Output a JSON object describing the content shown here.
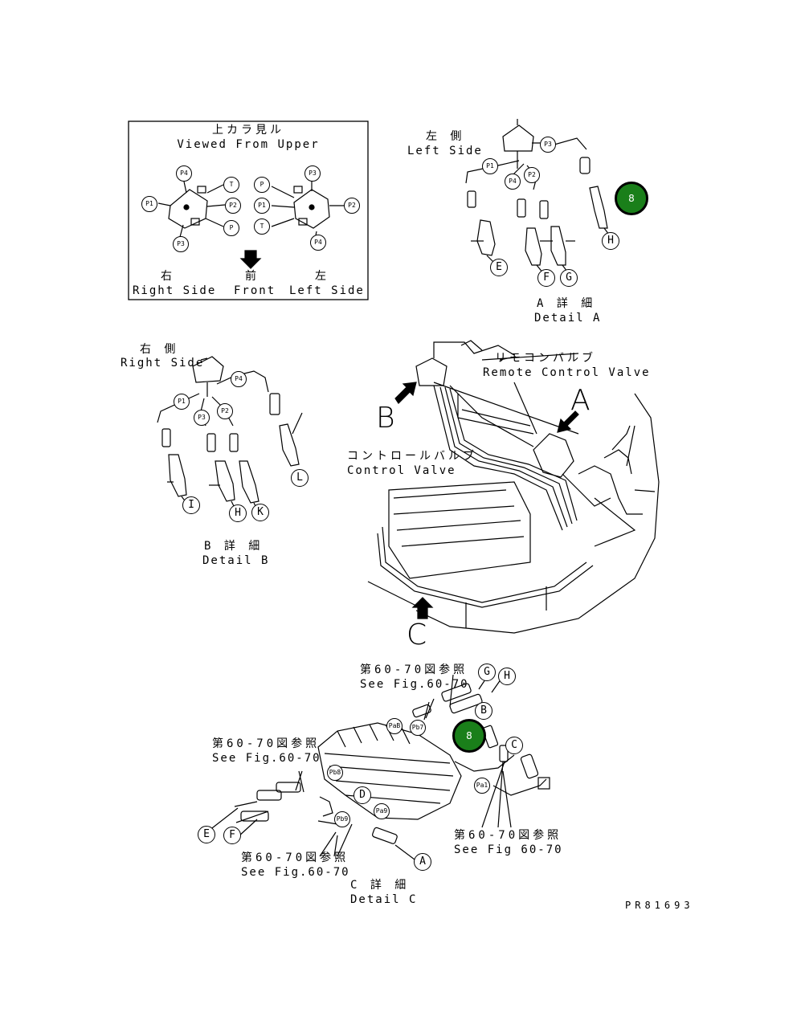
{
  "inset": {
    "title_jp": "上カラ見ル",
    "title_en": "Viewed From Upper",
    "right_jp": "右",
    "right_en": "Right Side",
    "front_jp": "前",
    "front_en": "Front",
    "left_jp": "左",
    "left_en": "Left Side",
    "labels": [
      "P4",
      "T",
      "P1",
      "P2",
      "P3",
      "P",
      "P3",
      "P",
      "P1",
      "P2",
      "T",
      "P4"
    ]
  },
  "detail_a": {
    "side_jp": "左 側",
    "side_en": "Left Side",
    "caption_jp": "A 詳 細",
    "caption_en": "Detail A",
    "ports": [
      "P3",
      "P1",
      "P2",
      "P4"
    ],
    "hoses": [
      "E",
      "F",
      "G",
      "H"
    ]
  },
  "detail_b": {
    "side_jp": "右 側",
    "side_en": "Right Side",
    "caption_jp": "B 詳 細",
    "caption_en": "Detail B",
    "ports": [
      "P4",
      "P1",
      "P3",
      "P2"
    ],
    "hoses": [
      "I",
      "H",
      "K",
      "L"
    ]
  },
  "main": {
    "remote_jp": "リモコンバルブ",
    "remote_en": "Remote Control Valve",
    "control_jp": "コントロールバルブ",
    "control_en": "Control Valve",
    "view_a": "A",
    "view_b": "B",
    "view_c": "C"
  },
  "detail_c": {
    "ref_jp": "第60-70図参照",
    "ref_en_1": "See Fig.60-70",
    "ref_en_2": "See Fig.60-70",
    "ref_en_3": "See Fig.60-70",
    "ref_en_4": "See Fig 60-70",
    "caption_jp": "C 詳 細",
    "caption_en": "Detail C",
    "ports": [
      "PaB",
      "Pb7",
      "Pb8",
      "Pa9",
      "Pb9",
      "Pa1"
    ],
    "hoses": [
      "G",
      "H",
      "B",
      "C",
      "D",
      "E",
      "F",
      "A"
    ]
  },
  "markers": [
    "8",
    "8"
  ],
  "part_no": "PR81693",
  "colors": {
    "marker": "#1a7f1a",
    "ink": "#000000"
  }
}
